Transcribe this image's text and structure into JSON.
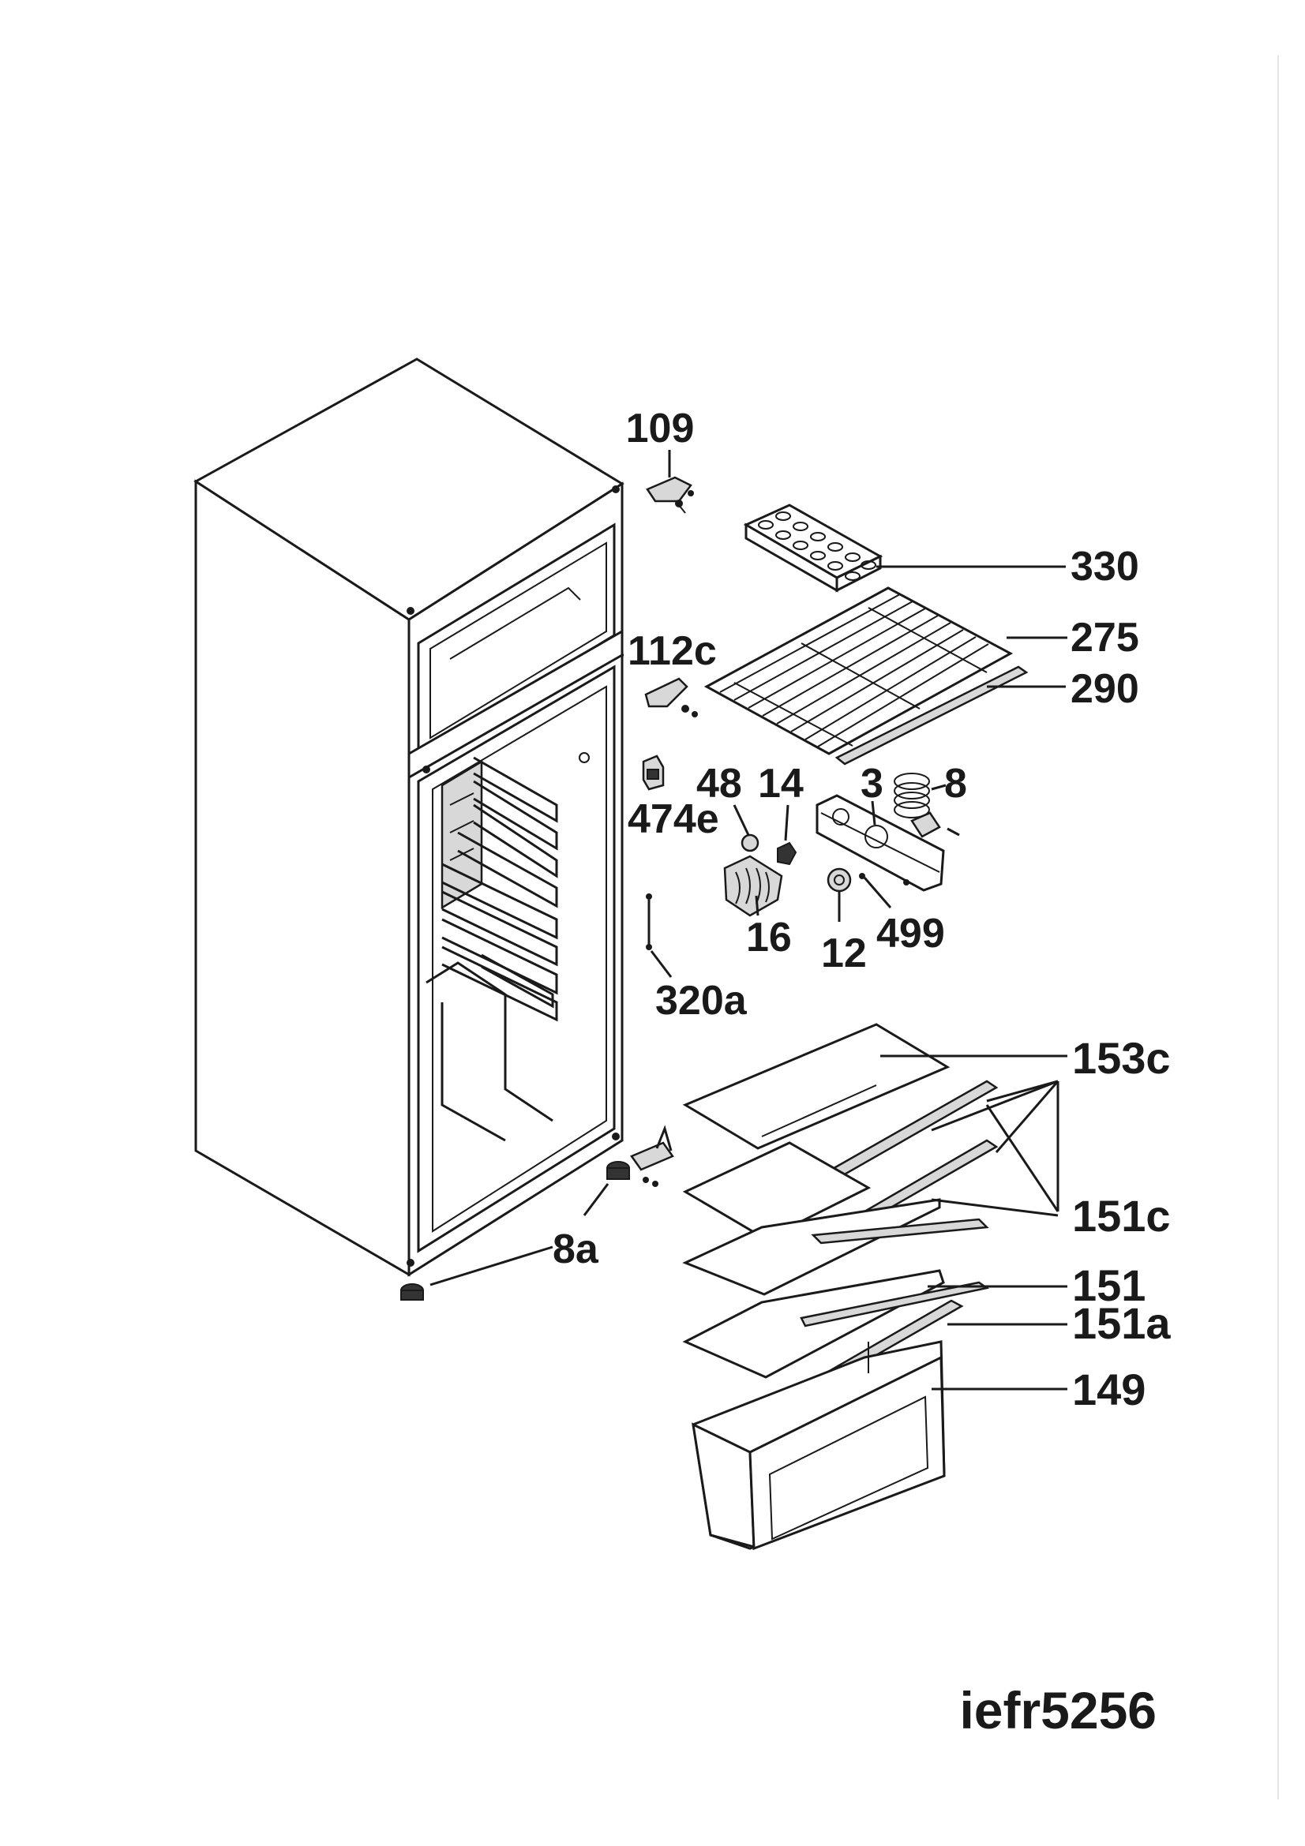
{
  "diagram": {
    "model_code": "iefr5256",
    "labels": {
      "l109": "109",
      "l330": "330",
      "l275": "275",
      "l290": "290",
      "l112c": "112c",
      "l474e": "474e",
      "l48": "48",
      "l14": "14",
      "l3": "3",
      "l8": "8",
      "l16": "16",
      "l12": "12",
      "l499": "499",
      "l320a": "320a",
      "l153c": "153c",
      "l151c": "151c",
      "l151": "151",
      "l151a": "151a",
      "l149": "149",
      "l8a": "8a"
    }
  }
}
